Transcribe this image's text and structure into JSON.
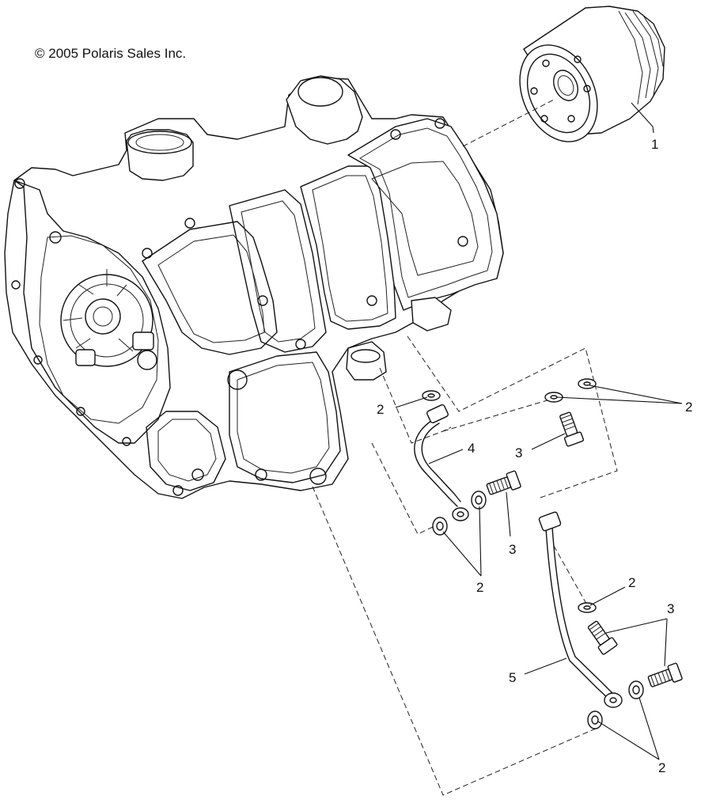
{
  "copyright": "© 2005 Polaris Sales Inc.",
  "callouts": {
    "oil_filter": "1",
    "washer_top_left": "2",
    "washers_top_right": "2",
    "bolt_top_right": "3",
    "oil_line_upper": "4",
    "bolt_middle": "3",
    "washers_middle": "2",
    "washer_lower_right": "2",
    "bolts_lower_right": "3",
    "oil_line_lower": "5",
    "washers_bottom": "2"
  }
}
